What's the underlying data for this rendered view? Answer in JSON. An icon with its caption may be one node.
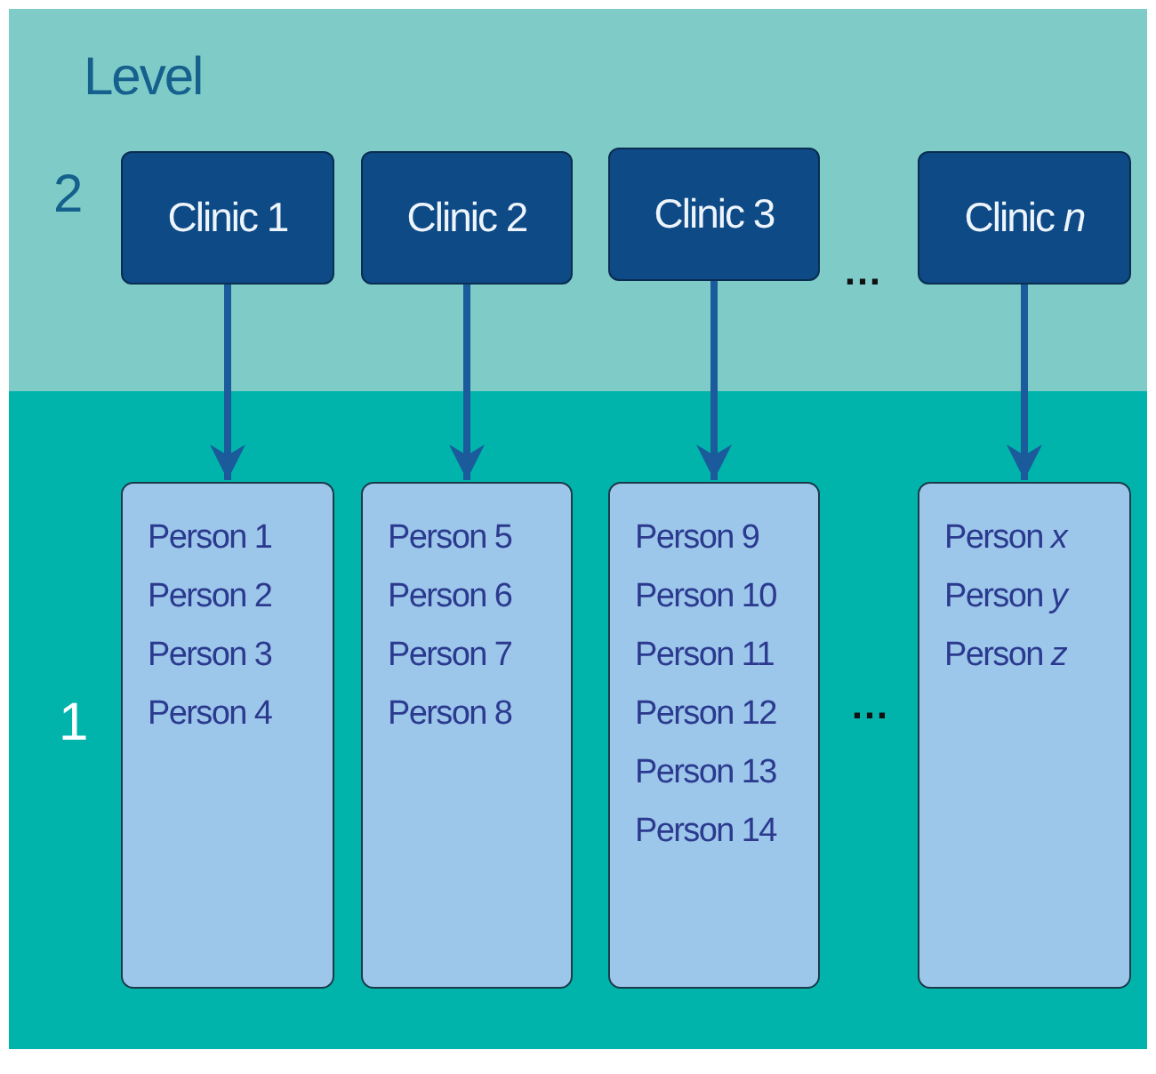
{
  "diagram": {
    "nodes": [
      {
        "text": [
          "Level",
          "2"
        ]
      },
      {
        "text": [
          "1"
        ]
      },
      {
        "text": [
          "Clinic 1"
        ],
        "in": 0
      },
      {
        "text": [
          "Clinic 2"
        ],
        "in": 0
      },
      {
        "text": [
          "Clinic 3"
        ],
        "in": 0
      },
      {
        "text": [
          "Clinic *n*"
        ],
        "in": 0
      },
      {
        "text": [
          "Person 1",
          "Person 2",
          "Person 3",
          "Person 4"
        ],
        "in": 1
      },
      {
        "text": [
          "Person 5",
          "Person 6",
          "Person 7",
          "Person 8"
        ],
        "in": 1
      },
      {
        "text": [
          "Person 9",
          "Person 10",
          "Person 11",
          "Person 12",
          "Person 13",
          "Person 14"
        ],
        "in": 1
      },
      {
        "text": [
          "Person *x*",
          "Person *y*",
          "Person *z*"
        ],
        "in": 1
      }
    ],
    "edges": [
      {
        "from": 2,
        "to": 6,
        "arrow": "to"
      },
      {
        "from": 3,
        "to": 7,
        "arrow": "to"
      },
      {
        "from": 4,
        "to": 8,
        "arrow": "to"
      },
      {
        "from": 5,
        "to": 9,
        "arrow": "to"
      }
    ],
    "labels": [
      "…",
      "…"
    ]
  }
}
